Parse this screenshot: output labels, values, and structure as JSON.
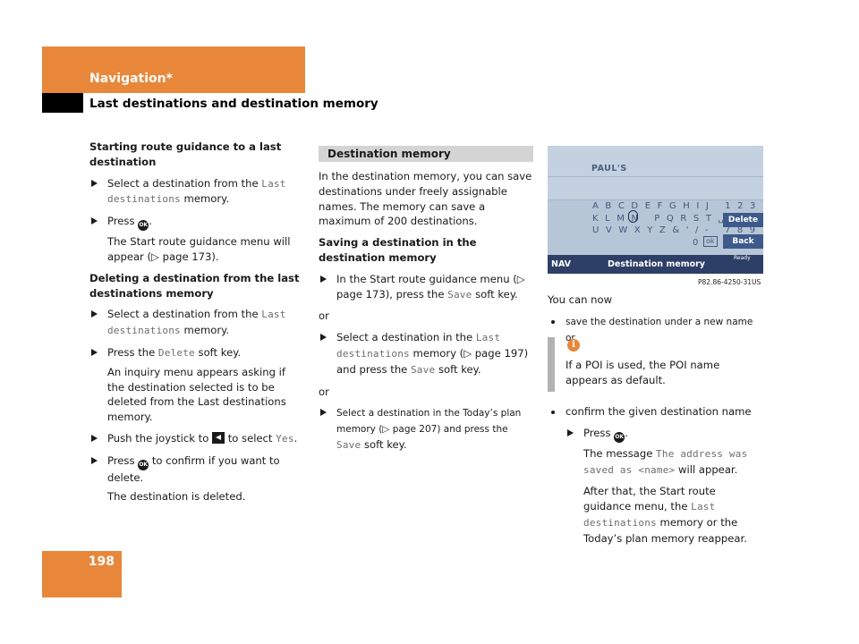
{
  "header": {
    "section": "Navigation*",
    "subtitle": "Last destinations and destination memory"
  },
  "page_number": "198",
  "col1": {
    "heading1": "Starting route guidance to a last destination",
    "s1_pre": "Select a destination from the ",
    "s1_mono": "Last destinations",
    "s1_post": " memory.",
    "s2_pre": "Press ",
    "s2_post": ".",
    "s2_note": "The Start route guidance menu will appear (▷ page 173).",
    "heading2": "Deleting a destination from the last destinations memory",
    "s3_pre": "Select a destination from the ",
    "s3_mono": "Last destinations",
    "s3_post": " memory.",
    "s4_pre": "Press the ",
    "s4_mono": "Delete",
    "s4_post": " soft key.",
    "s4_note": "An inquiry menu appears asking if the destination selected is to be deleted from the Last destinations memory.",
    "s5_pre": "Push the joystick to ",
    "s5_mid": " to select ",
    "s5_mono": "Yes",
    "s5_post": ".",
    "s6_pre": "Press ",
    "s6_post": " to confirm if you want to delete.",
    "s6_note": "The destination is deleted."
  },
  "col2": {
    "section_bar": "Destination memory",
    "intro": "In the destination memory, you can save destinations under freely assignable names. The memory can save a maximum of 200 destinations.",
    "heading": "Saving a destination in the destination memory",
    "s1_pre": "In the Start route guidance menu (▷ page 173), press the ",
    "s1_mono": "Save",
    "s1_post": " soft key.",
    "or1": "or",
    "s2_pre": "Select a destination in the ",
    "s2_mono": "Last destinations",
    "s2_mid": " memory (▷ page 197) and press the ",
    "s2_mono2": "Save",
    "s2_post": " soft key.",
    "or2": "or",
    "s3_pre": "Select a destination in the Today’s plan memory (▷ page 207) and press the ",
    "s3_mono": "Save",
    "s3_post": " soft key."
  },
  "screen": {
    "name": "PAUL'S",
    "kb_row1": "A B C D E F G H I J   1 2 3",
    "kb_row2": "K L M N   P Q R S T ␣ 4 5 6",
    "kb_row3": "U V W X Y Z & ' / -   7 8 9",
    "kb_row4": "0",
    "ok_label": "ok",
    "delete_label": "Delete",
    "back_label": "Back",
    "nav_label": "NAV",
    "title": "Destination memory",
    "ready_label": "Ready",
    "caption": "P82.86-4250-31US"
  },
  "col3": {
    "you_can_now": "You can now",
    "bullet1": "save the destination under a new name or",
    "info_text": "If a POI is used, the POI name appears as default.",
    "bullet2": "confirm the given destination name",
    "s1_pre": "Press ",
    "s1_post": ".",
    "msg_pre": "The message ",
    "msg_mono": "The address was saved as <name>",
    "msg_post": " will appear.",
    "after_pre": "After that, the Start route guidance menu, the ",
    "after_mono": "Last destinations",
    "after_post": " memory or the Today’s plan memory reappear."
  },
  "colors": {
    "accent_orange": "#e8873a",
    "screen_blue": "#2d3f66"
  },
  "icons": [
    "ok-button-icon",
    "joystick-left-icon",
    "info-icon",
    "step-arrow-icon"
  ]
}
